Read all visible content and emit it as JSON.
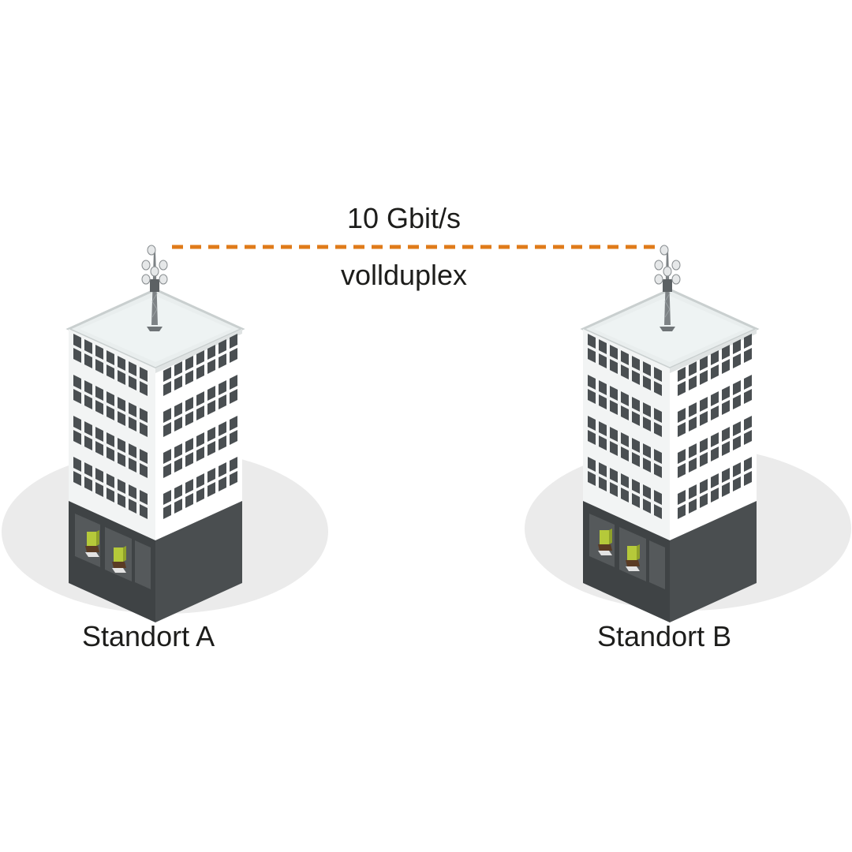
{
  "link": {
    "speed": "10 Gbit/s",
    "mode": "vollduplex",
    "color": "#e07b1a",
    "style": "dashed"
  },
  "sites": [
    {
      "label": "Standort A"
    },
    {
      "label": "Standort B"
    }
  ],
  "colors": {
    "ground": "#e8e8e8",
    "wall_light": "#f4f6f6",
    "wall_side": "#ffffff",
    "window": "#4a4f52",
    "base": "#45494b",
    "roof": "#edf2f2",
    "plant": "#b5c93a"
  },
  "icons": [
    "office-building-icon",
    "antenna-tower-icon",
    "potted-plant-icon"
  ]
}
